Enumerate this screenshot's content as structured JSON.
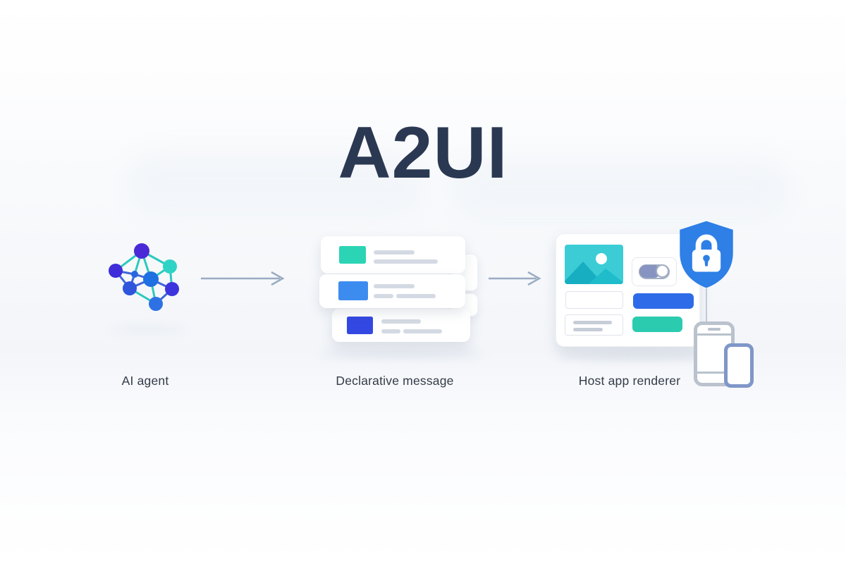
{
  "title": "A2UI",
  "stages": {
    "agent": {
      "label": "AI agent",
      "icon": "network-graph-icon"
    },
    "message": {
      "label": "Declarative message",
      "icon": "stacked-cards-icon",
      "cards": [
        {
          "accent": "teal"
        },
        {
          "accent": "light_blue"
        },
        {
          "accent": "indigo"
        }
      ]
    },
    "renderer": {
      "label": "Host app renderer",
      "icon": "app-window-icon",
      "components": [
        "image-placeholder-icon",
        "toggle-switch",
        "text-input",
        "primary-button",
        "text-block",
        "secondary-button"
      ],
      "badges": [
        "shield-lock-icon",
        "phone-devices-icon"
      ]
    }
  },
  "arrows": [
    "agent-to-message",
    "message-to-renderer"
  ],
  "palette": {
    "title": "#2b3852",
    "label": "#343b48",
    "teal": "#2bd4b4",
    "teal_btn": "#2bcbb0",
    "cyan": "#3cccd6",
    "cyan_dark": "#17aec2",
    "blue": "#2e6be8",
    "light_blue": "#3c8cf0",
    "indigo": "#3348e2",
    "purple": "#4a2ad6",
    "node_blue": "#1f70e2",
    "node_teal": "#2ed3c6",
    "edge_teal": "#2cc9bf",
    "edge_blue": "#3f66d9",
    "shield_blue": "#2e7fe6",
    "arrow": "#9bacc2",
    "line_gray": "#d4dae3"
  }
}
